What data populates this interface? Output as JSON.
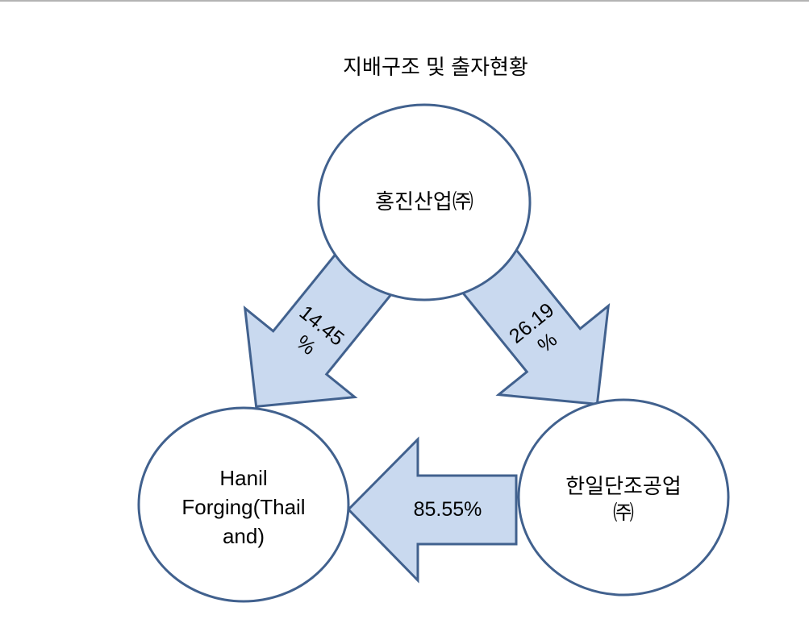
{
  "title": "지배구조 및 출자현황",
  "colors": {
    "background": "#ffffff",
    "top_border": "#b3b3b3",
    "node_fill": "#ffffff",
    "node_stroke": "#41618e",
    "arrow_fill": "#c9d9ef",
    "arrow_stroke": "#41618e",
    "text": "#000000"
  },
  "nodes": {
    "hongjin": {
      "label": "홍진산업㈜",
      "lines": [
        "홍진산업㈜"
      ]
    },
    "hanil_forging": {
      "label": "Hanil Forging(Thailand)",
      "lines": [
        "Hanil",
        "Forging(Thail",
        "and)"
      ]
    },
    "hanil_danjo": {
      "label": "한일단조공업㈜",
      "lines": [
        "한일단조공업",
        "㈜"
      ]
    }
  },
  "edges": {
    "hongjin_to_hanil_forging": {
      "from": "홍진산업㈜",
      "to": "Hanil Forging(Thailand)",
      "value": "14.45%",
      "lines": [
        "14.45",
        "%"
      ]
    },
    "hongjin_to_hanil_danjo": {
      "from": "홍진산업㈜",
      "to": "한일단조공업㈜",
      "value": "26.19%",
      "lines": [
        "26.19",
        "%"
      ]
    },
    "hanil_danjo_to_hanil_forging": {
      "from": "한일단조공업㈜",
      "to": "Hanil Forging(Thailand)",
      "value": "85.55%",
      "lines": [
        "85.55%"
      ]
    }
  }
}
